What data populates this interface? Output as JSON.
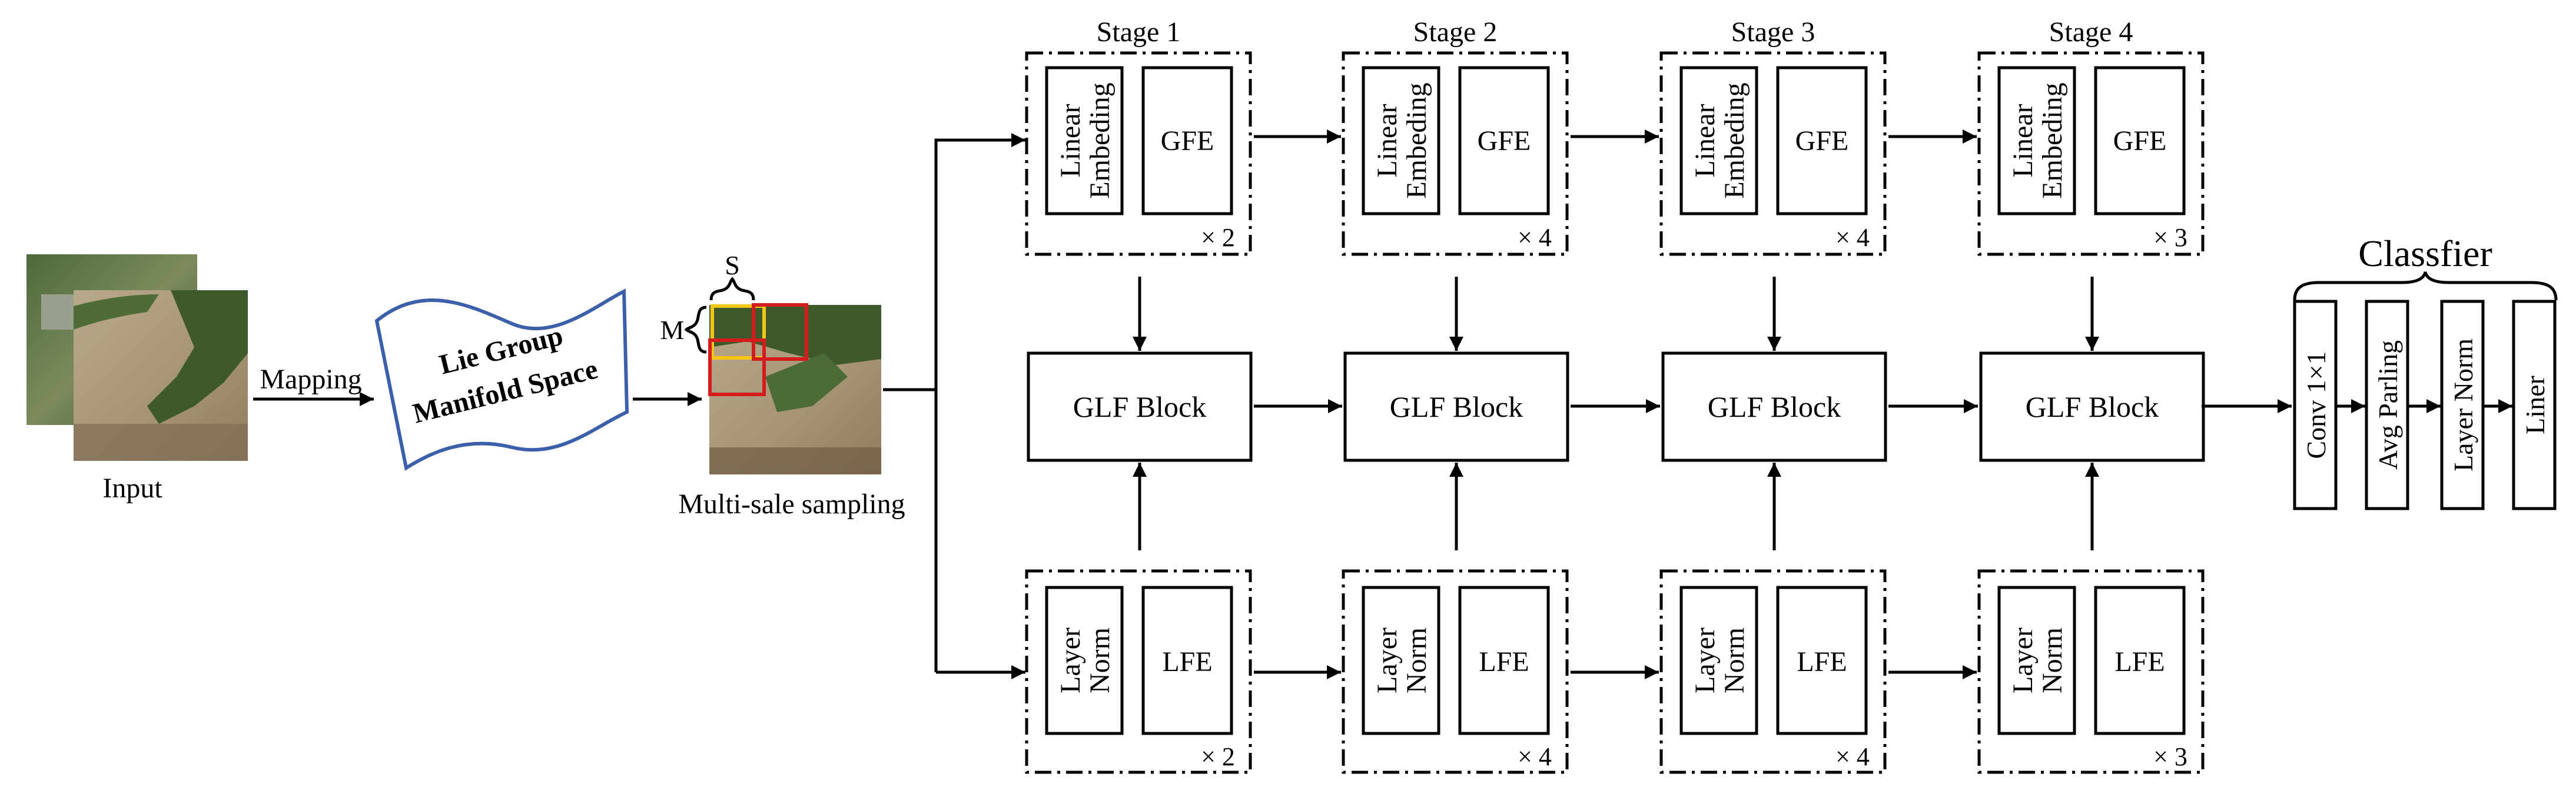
{
  "input": {
    "label": "Input"
  },
  "mapping": {
    "label": "Mapping"
  },
  "manifold": {
    "line1": "Lie Group",
    "line2": "Manifold Space"
  },
  "sampling": {
    "label": "Multi-sale sampling",
    "s_label": "S",
    "m_label": "M"
  },
  "stages": [
    {
      "title": "Stage 1",
      "embed1": "Linear",
      "embed2": "Embeding",
      "gfe": "GFE",
      "gfe_repeat": "× 2",
      "norm1": "Layer",
      "norm2": "Norm",
      "lfe": "LFE",
      "lfe_repeat": "× 2",
      "glf": "GLF Block"
    },
    {
      "title": "Stage 2",
      "embed1": "Linear",
      "embed2": "Embeding",
      "gfe": "GFE",
      "gfe_repeat": "× 4",
      "norm1": "Layer",
      "norm2": "Norm",
      "lfe": "LFE",
      "lfe_repeat": "× 4",
      "glf": "GLF Block"
    },
    {
      "title": "Stage 3",
      "embed1": "Linear",
      "embed2": "Embeding",
      "gfe": "GFE",
      "gfe_repeat": "× 4",
      "norm1": "Layer",
      "norm2": "Norm",
      "lfe": "LFE",
      "lfe_repeat": "× 4",
      "glf": "GLF Block"
    },
    {
      "title": "Stage 4",
      "embed1": "Linear",
      "embed2": "Embeding",
      "gfe": "GFE",
      "gfe_repeat": "× 3",
      "norm1": "Layer",
      "norm2": "Norm",
      "lfe": "LFE",
      "lfe_repeat": "× 3",
      "glf": "GLF Block"
    }
  ],
  "classifier": {
    "title": "Classfier",
    "blocks": [
      "Conv 1×1",
      "Avg Parling",
      "Layer Norm",
      "Liner"
    ]
  },
  "colors": {
    "sample_box_yellow": "#f5c518",
    "sample_box_red": "#d41c1c",
    "manifold_border": "#3b5fa8"
  }
}
